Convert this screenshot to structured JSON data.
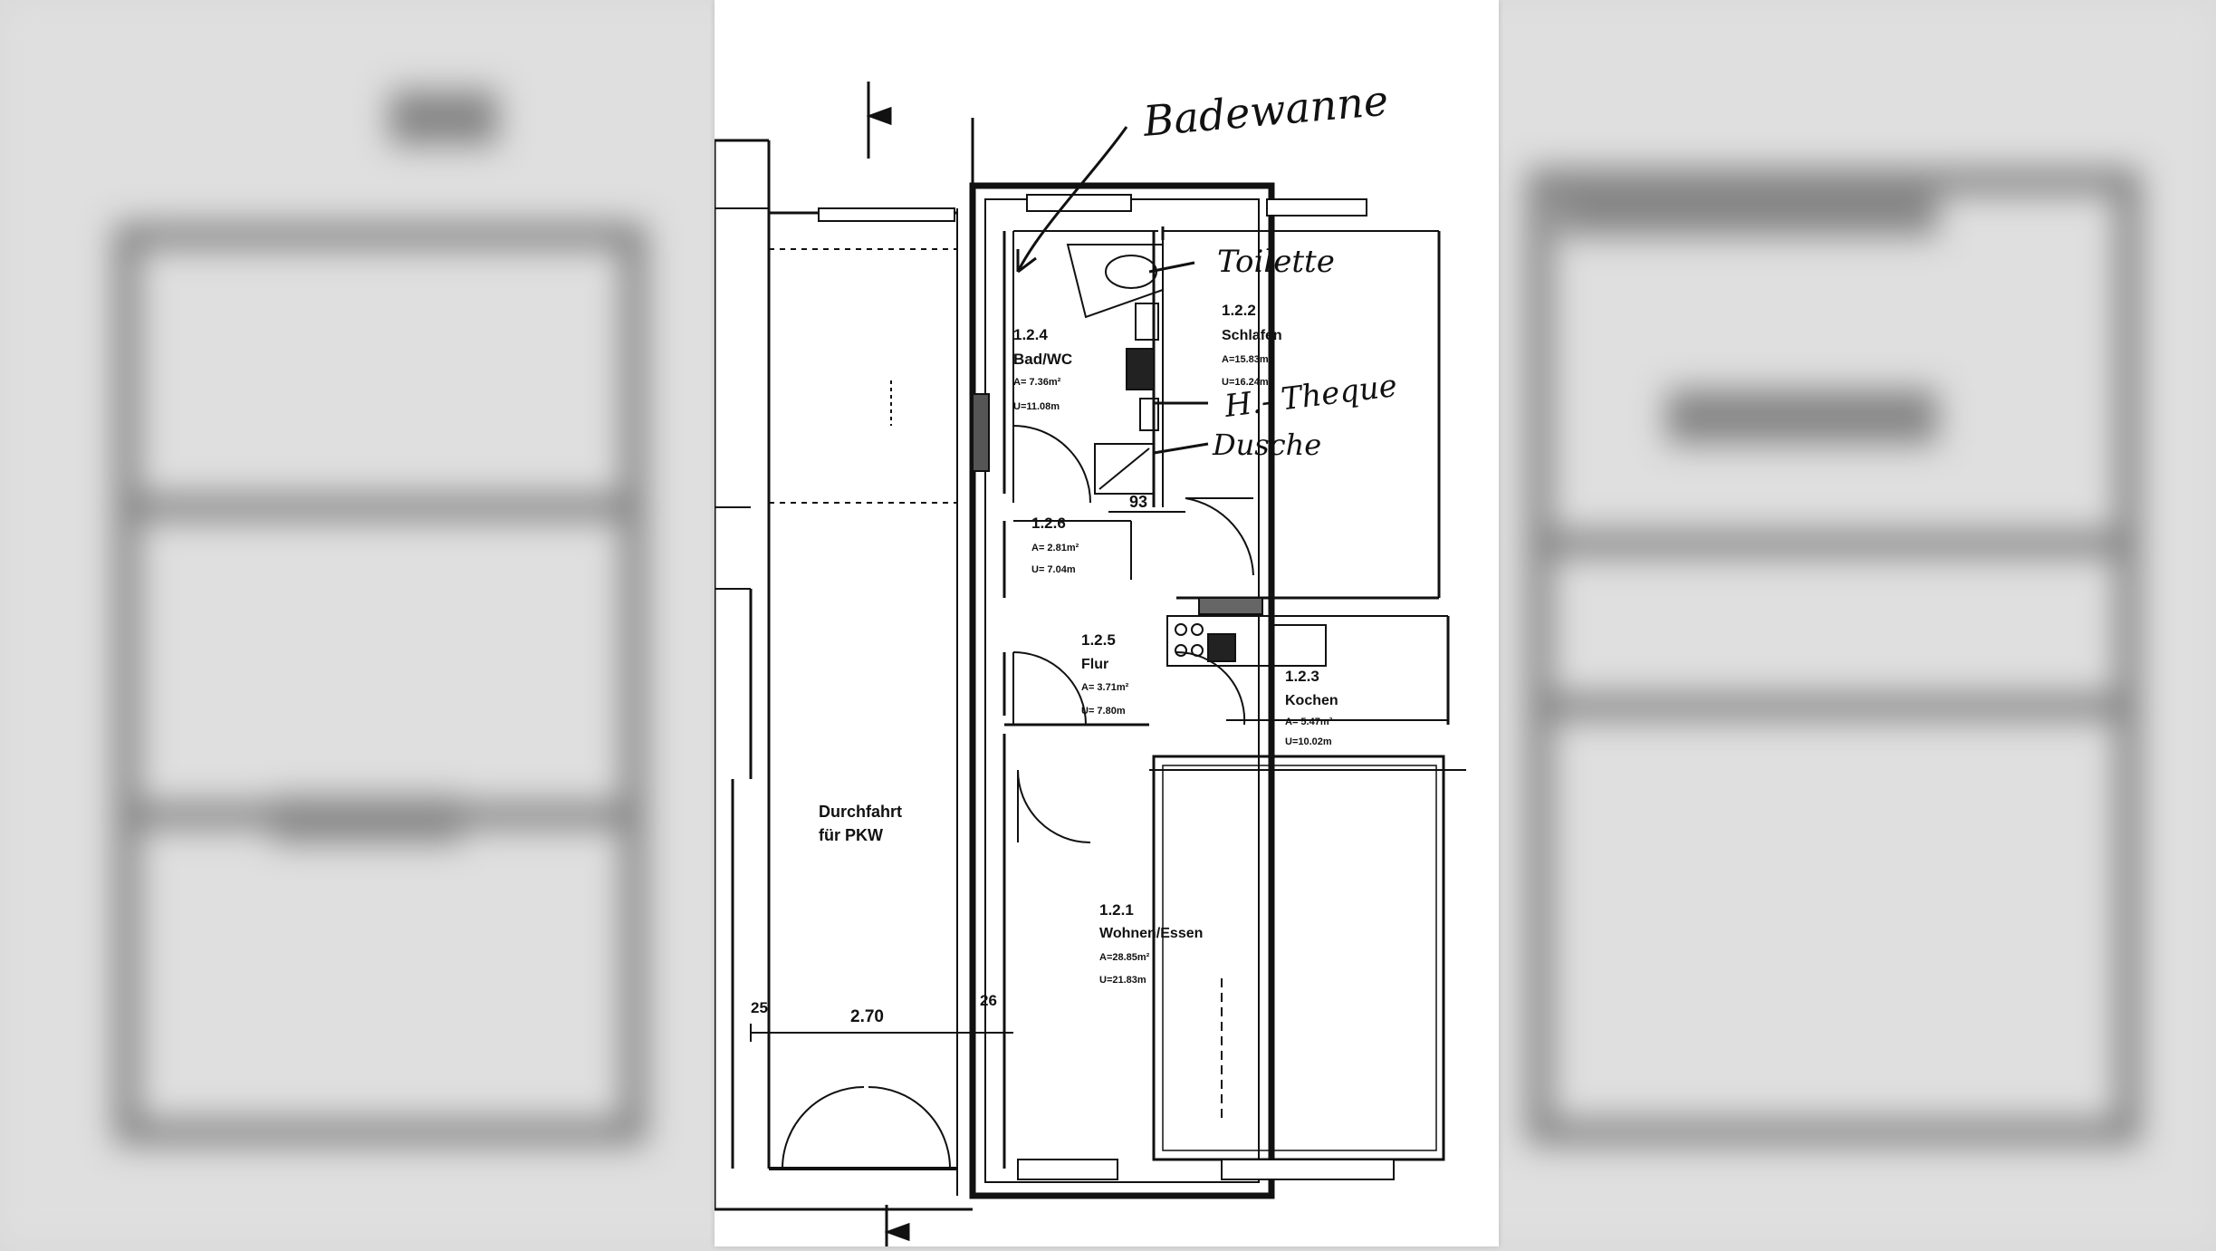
{
  "rooms": [
    {
      "number": "1.2.4",
      "name": "Bad/WC",
      "area": "A= 7.36m²",
      "perimeter": "U=11.08m"
    },
    {
      "number": "1.2.2",
      "name": "Schlafen",
      "area": "A=15.83m²",
      "perimeter": "U=16.24m"
    },
    {
      "number": "1.2.6",
      "name": "",
      "area": "A= 2.81m²",
      "perimeter": "U= 7.04m"
    },
    {
      "number": "1.2.5",
      "name": "Flur",
      "area": "A= 3.71m²",
      "perimeter": "U= 7.80m"
    },
    {
      "number": "1.2.3",
      "name": "Kochen",
      "area": "A= 5.47m²",
      "perimeter": "U=10.02m"
    },
    {
      "number": "1.2.1",
      "name": "Wohnen/Essen",
      "area": "A=28.85m²",
      "perimeter": "U=21.83m"
    }
  ],
  "passage_label": [
    "Durchfahrt",
    "für PKW"
  ],
  "dimensions": {
    "left": "25",
    "middle": "2.70",
    "right": "26",
    "door": "93"
  },
  "handwritten": {
    "bathtub": "Badewanne",
    "toilet": "Toilette",
    "counter": "H.- Theque",
    "shower": "Dusche"
  }
}
